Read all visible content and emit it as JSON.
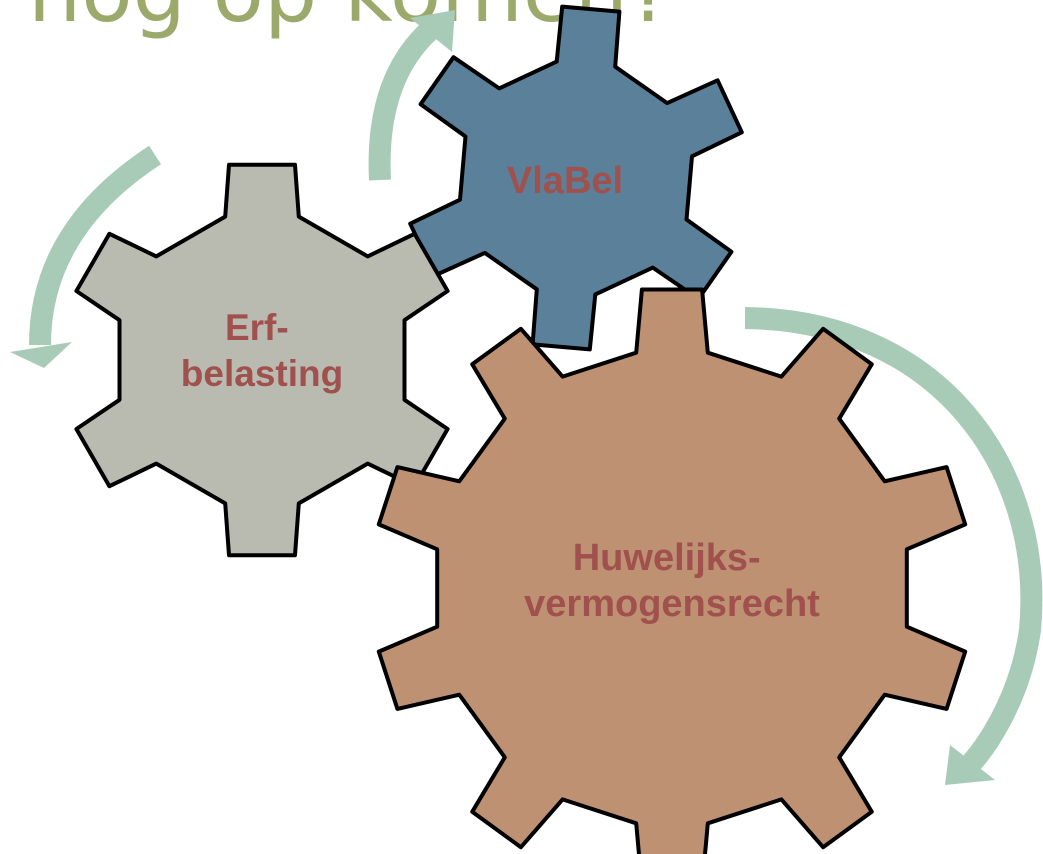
{
  "title": "nog op komen?",
  "colors": {
    "title": "#9ba96a",
    "arrow": "#a8cbb8",
    "label": "#a0504d",
    "outline": "#000000",
    "gear_erfbelasting": "#b9bab0",
    "gear_vlabel": "#5b8099",
    "gear_huwelijk": "#be9173"
  },
  "gears": {
    "erfbelasting": {
      "line1": "Erf-",
      "line2": "belasting"
    },
    "vlabel": {
      "label": "VlaBel"
    },
    "huwelijk": {
      "line1": "Huwelijks-",
      "line2": "vermogensrecht"
    }
  }
}
